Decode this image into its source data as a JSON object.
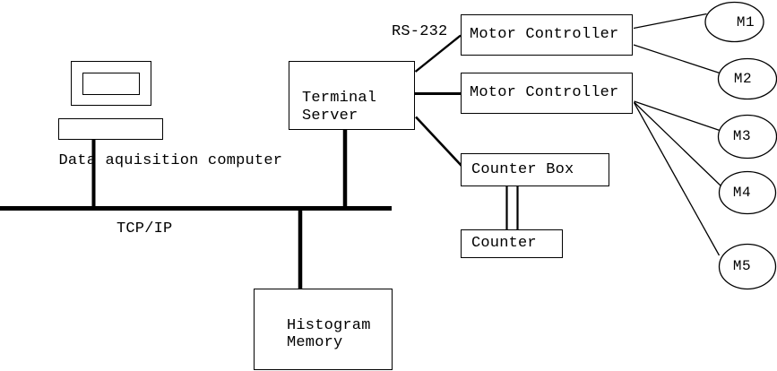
{
  "diagram": {
    "labels": {
      "computer": "Data aquisition computer",
      "bus": "TCP/IP",
      "serial": "RS-232"
    },
    "nodes": {
      "terminal_server": "Terminal\nServer",
      "motor_controller_1": "Motor Controller",
      "motor_controller_2": "Motor Controller",
      "counter_box": "Counter Box",
      "counter": "Counter",
      "histogram_memory": "Histogram\nMemory"
    },
    "motors": [
      "M1",
      "M2",
      "M3",
      "M4",
      "M5"
    ],
    "colors": {
      "line": "#000000",
      "background": "#ffffff"
    },
    "connections": [
      {
        "from": "Terminal Server",
        "to": "Motor Controller (upper)",
        "label": "RS-232"
      },
      {
        "from": "Terminal Server",
        "to": "Motor Controller (lower)"
      },
      {
        "from": "Terminal Server",
        "to": "Counter Box"
      },
      {
        "from": "Motor Controller (upper)",
        "to": "M1"
      },
      {
        "from": "Motor Controller (upper)",
        "to": "M2"
      },
      {
        "from": "Motor Controller (lower)",
        "to": "M3"
      },
      {
        "from": "Motor Controller (lower)",
        "to": "M4"
      },
      {
        "from": "Motor Controller (lower)",
        "to": "M5"
      },
      {
        "from": "Data aquisition computer",
        "to": "TCP/IP bus"
      },
      {
        "from": "Terminal Server",
        "to": "TCP/IP bus"
      },
      {
        "from": "TCP/IP bus",
        "to": "Histogram Memory"
      },
      {
        "from": "Counter Box",
        "to": "Counter"
      }
    ]
  }
}
